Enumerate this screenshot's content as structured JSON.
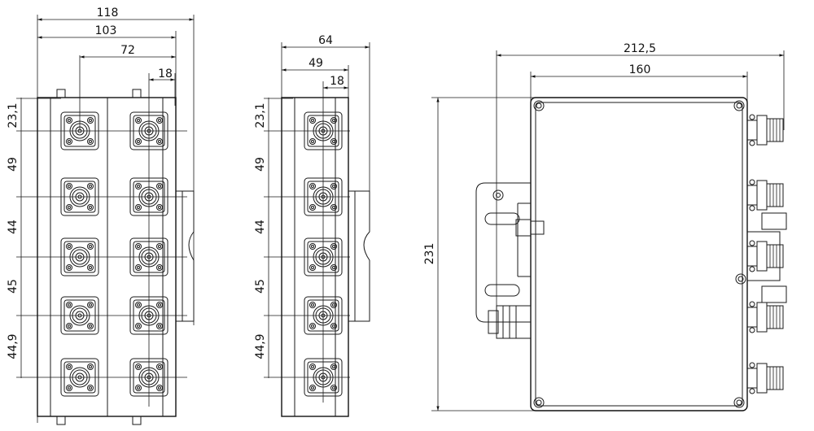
{
  "front_view": {
    "dims_top": [
      "118",
      "103",
      "72",
      "18"
    ],
    "dims_left": [
      "23,1",
      "49",
      "44",
      "45",
      "44,9"
    ]
  },
  "side_view": {
    "dims_top": [
      "64",
      "49",
      "18"
    ],
    "dims_left": [
      "23,1",
      "49",
      "44",
      "45",
      "44,9"
    ]
  },
  "right_view": {
    "dims_top": [
      "212,5",
      "160"
    ],
    "dims_left": [
      "231"
    ]
  }
}
